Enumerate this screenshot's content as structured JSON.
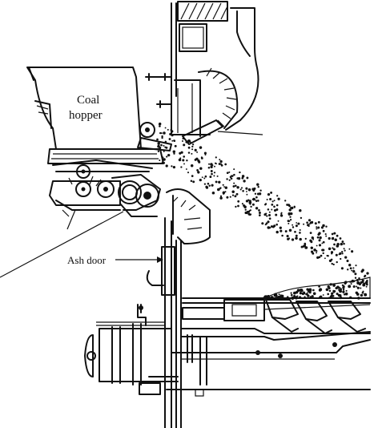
{
  "labels": {
    "coal_hopper_line1": "Coal",
    "coal_hopper_line2": "hopper",
    "ash_door": "Ash door"
  },
  "colors": {
    "ink": "#111111",
    "paper": "#ffffff"
  }
}
